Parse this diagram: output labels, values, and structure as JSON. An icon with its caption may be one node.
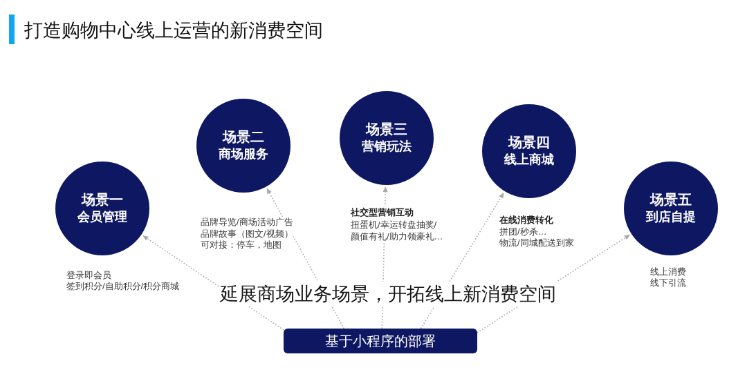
{
  "diagram": {
    "title": "打造购物中心线上运营的新消费空间",
    "nodes": [
      {
        "text": [
          "场景一",
          "会员管理"
        ],
        "beside": [
          "登录即会员",
          "签到积分/自助积分/积分商城"
        ]
      },
      {
        "text": [
          "场景二",
          "商场服务"
        ],
        "beside": [
          "品牌导览/商场活动广告",
          "品牌故事（图文/视频）",
          "可对接：停车，地图"
        ]
      },
      {
        "text": [
          "场景三",
          "营销玩法"
        ],
        "beside": [
          "社交型营销互动",
          "扭蛋机/幸运转盘抽奖/",
          "颜值有礼/助力领豪礼…"
        ]
      },
      {
        "text": [
          "场景四",
          "线上商城"
        ],
        "beside": [
          "在线消费转化",
          "拼团/秒杀…",
          "物流/同城配送到家"
        ]
      },
      {
        "text": [
          "场景五",
          "到店自提"
        ],
        "beside": [
          "线上消费",
          "线下引流"
        ]
      },
      {
        "text": [
          "基于小程序的部署"
        ]
      }
    ],
    "edges": [
      {
        "from": 5,
        "to": 0,
        "arrow": "to",
        "style": "dashed"
      },
      {
        "from": 5,
        "to": 1,
        "arrow": "to",
        "style": "dashed"
      },
      {
        "from": 5,
        "to": 2,
        "arrow": "to",
        "style": "dashed"
      },
      {
        "from": 5,
        "to": 3,
        "arrow": "to",
        "style": "dashed"
      },
      {
        "from": 5,
        "to": 4,
        "arrow": "to",
        "style": "dashed"
      }
    ],
    "labels": [
      "延展商场业务场景，开拓线上新消费空间"
    ]
  }
}
